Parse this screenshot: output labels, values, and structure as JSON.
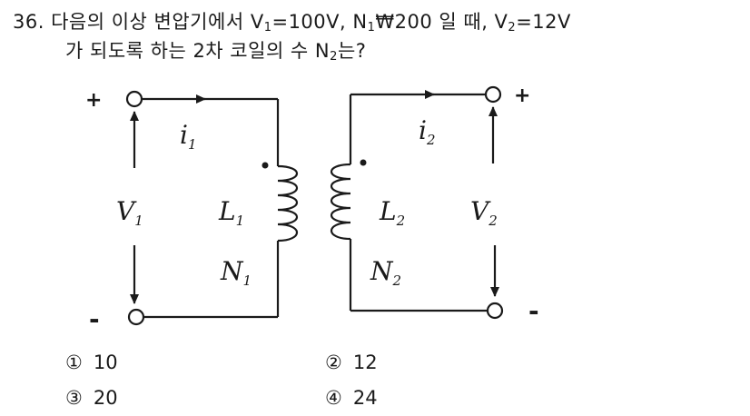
{
  "question": {
    "number": "36.",
    "line1": {
      "text_a": "다음의 이상 변압기에서 V",
      "sub1": "1",
      "text_b": "=100V, N",
      "sub2": "1",
      "text_c": "₩200 일 때, V",
      "sub3": "2",
      "text_d": "=12V"
    },
    "line2": {
      "text_a": "가 되도록 하는 2차 코일의 수 N",
      "sub1": "2",
      "text_b": "는?"
    }
  },
  "circuit": {
    "plus_left": "+",
    "minus_left": "-",
    "plus_right": "+",
    "minus_right": "-",
    "i1": "i",
    "i1_sub": "1",
    "i2": "i",
    "i2_sub": "2",
    "v1": "V",
    "v1_sub": "1",
    "v2": "V",
    "v2_sub": "2",
    "l1": "L",
    "l1_sub": "1",
    "l2": "L",
    "l2_sub": "2",
    "n1": "N",
    "n1_sub": "1",
    "n2": "N",
    "n2_sub": "2"
  },
  "options": [
    {
      "mark": "①",
      "value": "10"
    },
    {
      "mark": "②",
      "value": "12"
    },
    {
      "mark": "③",
      "value": "20"
    },
    {
      "mark": "④",
      "value": "24"
    }
  ]
}
